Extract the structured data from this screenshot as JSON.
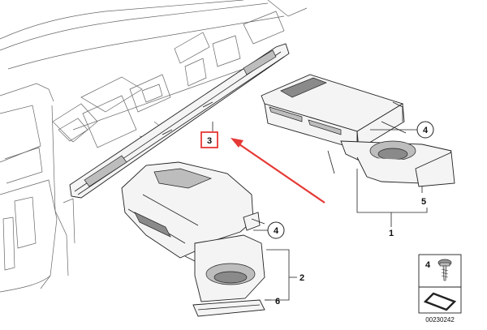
{
  "labels": {
    "part1": "1",
    "part2": "2",
    "part3": "3",
    "part4": "4",
    "part5": "5",
    "part6": "6"
  },
  "legend": {
    "part_number": "4"
  },
  "catalog_number": "00230242",
  "colors": {
    "arrow": "#e53935",
    "highlight_box": "#e53935",
    "line": "#222222"
  }
}
